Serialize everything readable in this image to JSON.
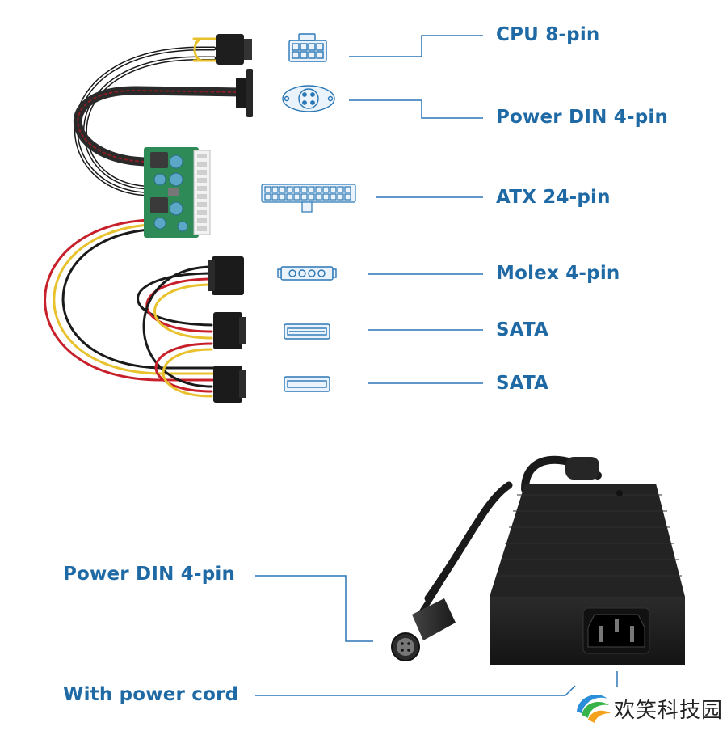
{
  "labels": {
    "cpu": "CPU 8-pin",
    "power_din_top": "Power DIN 4-pin",
    "atx": "ATX 24-pin",
    "molex": "Molex 4-pin",
    "sata1": "SATA",
    "sata2": "SATA",
    "power_din_bottom": "Power DIN 4-pin",
    "power_cord": "With power cord"
  },
  "watermark": {
    "text": "欢笑科技园"
  },
  "colors": {
    "label": "#1f6aa5",
    "leader_line": "#2a77b5",
    "icon": "#2a77b5",
    "cable_red": "#c8202a",
    "cable_yellow": "#e8c22c",
    "cable_black": "#1a1a1a",
    "pcb_green": "#2e8b57",
    "adapter_body": "#1c1c1c"
  }
}
